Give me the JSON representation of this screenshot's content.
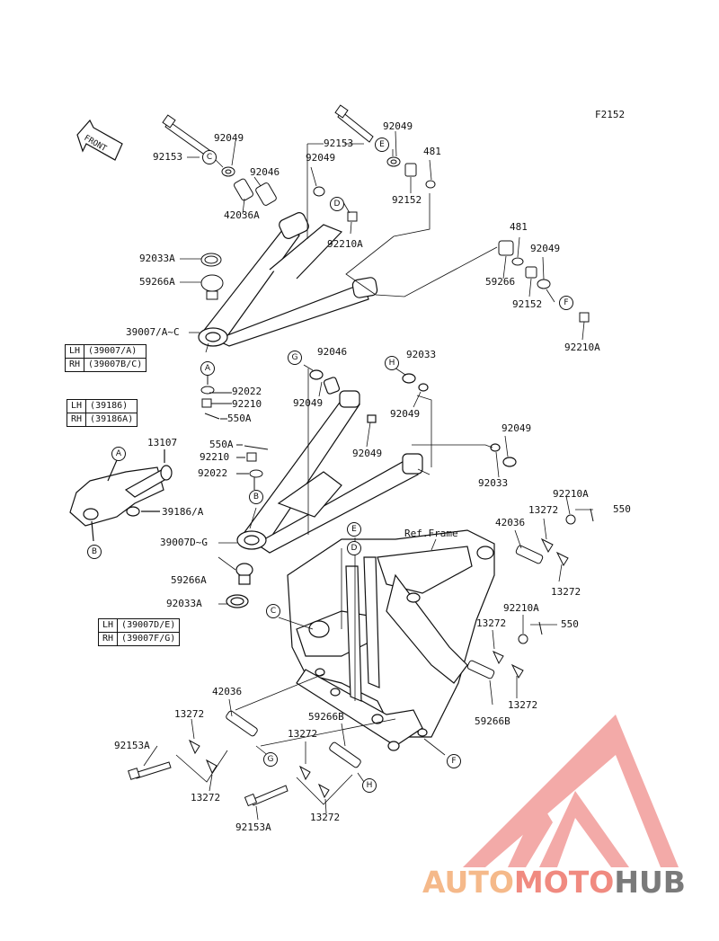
{
  "diagram_code": "F2152",
  "front_label": "FRONT",
  "ref_frame": "Ref.Frame",
  "part_labels": {
    "p92153_top_l": "92153",
    "p92049_top_l": "92049",
    "p92046_top": "92046",
    "p42036A_top": "42036A",
    "p92153_top_r": "92153",
    "p92049_top_r1": "92049",
    "p92049_top_r2": "92049",
    "p481_top": "481",
    "p92152_top": "92152",
    "p92210A_top": "92210A",
    "p92033A_top": "92033A",
    "p59266A_top": "59266A",
    "p39007_AC": "39007/A~C",
    "p481_r": "481",
    "p92049_r": "92049",
    "p59266_r": "59266",
    "p92152_r": "92152",
    "p92210A_r": "92210A",
    "p92046_mid": "92046",
    "p92033_mid": "92033",
    "p92049_mid1": "92049",
    "p92049_mid2": "92049",
    "p92049_mid3": "92049",
    "p92022_a": "92022",
    "p92210_a": "92210",
    "p550A_a": "550A",
    "p13107": "13107",
    "p39186A": "39186/A",
    "p550A_b": "550A",
    "p92210_b": "92210",
    "p92022_b": "92022",
    "p92049_low": "92049",
    "p92033_low": "92033",
    "p39007_DG": "39007D~G",
    "p59266A_low": "59266A",
    "p92033A_low": "92033A",
    "p92210A_fr1": "92210A",
    "p550_1": "550",
    "p13272_fr1": "13272",
    "p42036_fr": "42036",
    "p13272_fr2": "13272",
    "p92210A_fr2": "92210A",
    "p550_2": "550",
    "p13272_fr3": "13272",
    "p13272_fr4": "13272",
    "p59266B_fr": "59266B",
    "p42036_bl": "42036",
    "p13272_bl1": "13272",
    "p92153A_bl1": "92153A",
    "p13272_bl2": "13272",
    "p59266B_bc": "59266B",
    "p13272_bc1": "13272",
    "p13272_bc2": "13272",
    "p92153A_bl2": "92153A"
  },
  "callout_letters": {
    "c_top": "C",
    "d_top": "D",
    "e_top": "E",
    "f_top": "F",
    "a_mid": "A",
    "g_mid": "G",
    "h_mid": "H",
    "a_knuckle": "A",
    "b_knuckle": "B",
    "b_mid": "B",
    "e_frame": "E",
    "d_frame": "D",
    "c_frame": "C",
    "f_frame": "F",
    "g_low": "G",
    "h_low": "H"
  },
  "tables": {
    "upper_arm": [
      [
        "LH",
        "(39007/A)"
      ],
      [
        "RH",
        "(39007B/C)"
      ]
    ],
    "knuckle": [
      [
        "LH",
        "(39186)"
      ],
      [
        "RH",
        "(39186A)"
      ]
    ],
    "lower_arm": [
      [
        "LH",
        "(39007D/E)"
      ],
      [
        "RH",
        "(39007F/G)"
      ]
    ]
  },
  "watermark": {
    "part1": "AUTO",
    "part2": "MOTO",
    "part3": "HUB",
    "colors": {
      "auto": "#f5b98a",
      "moto": "#f08a80",
      "hub": "#7a7a7a",
      "triangle": "#f19c9a"
    }
  }
}
